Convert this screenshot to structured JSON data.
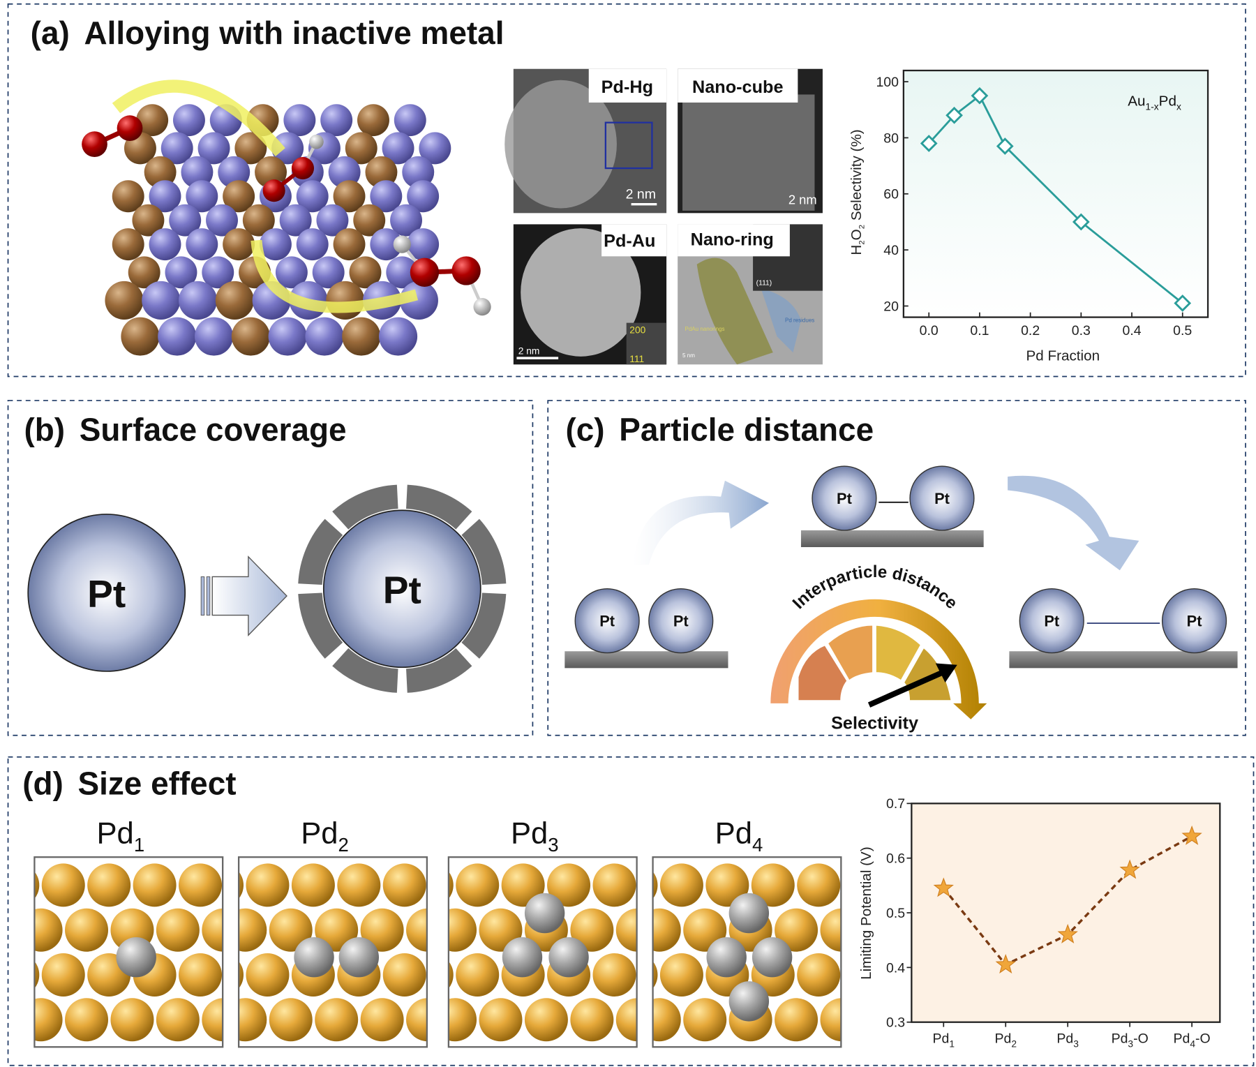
{
  "panels": {
    "a": {
      "letter": "(a)",
      "title": "Alloying with inactive metal",
      "tem": [
        {
          "label": "Pd-Hg",
          "scale": "2 nm"
        },
        {
          "label": "Nano-cube",
          "scale": "2 nm"
        },
        {
          "label": "Pd-Au",
          "scale": "2 nm",
          "fft1": "200",
          "fft2": "111"
        },
        {
          "label": "Nano-ring",
          "scale": "5 nm",
          "note1": "PdAu nanorings",
          "note2": "Pd residues",
          "inset": "(111)"
        }
      ]
    },
    "b": {
      "letter": "(b)",
      "title": "Surface coverage",
      "pt": "Pt"
    },
    "c": {
      "letter": "(c)",
      "title": "Particle distance",
      "pt": "Pt",
      "gauge_label": "Interparticle distance",
      "selectivity": "Selectivity"
    },
    "d": {
      "letter": "(d)",
      "title": "Size effect",
      "clusters": [
        {
          "base": "Pd",
          "sub": "1"
        },
        {
          "base": "Pd",
          "sub": "2"
        },
        {
          "base": "Pd",
          "sub": "3"
        },
        {
          "base": "Pd",
          "sub": "4"
        }
      ]
    }
  },
  "colors": {
    "teal": "#2a9d9a",
    "star": "#f0a63a",
    "dash": "#7a3a12",
    "frame": "#1f3a66"
  },
  "chart_data": [
    {
      "type": "line",
      "title": "",
      "annotation": {
        "base": "Au",
        "sub1": "1-x",
        "mid": "Pd",
        "sub2": "x"
      },
      "xlabel": "Pd Fraction",
      "ylabel": {
        "pre": "H",
        "sub1": "2",
        "mid": "O",
        "sub2": "2",
        "post": " Selectivity (%)"
      },
      "x": [
        0.0,
        0.05,
        0.1,
        0.15,
        0.3,
        0.5
      ],
      "y": [
        78,
        88,
        95,
        77,
        50,
        21
      ],
      "xlim": [
        -0.05,
        0.55
      ],
      "ylim": [
        16,
        104
      ],
      "xticks": [
        "0.0",
        "0.1",
        "0.2",
        "0.3",
        "0.4",
        "0.5"
      ],
      "yticks": [
        "20",
        "40",
        "60",
        "80",
        "100"
      ],
      "marker": "diamond"
    },
    {
      "type": "line",
      "xlabel": "",
      "ylabel": "Limiting Potential (V)",
      "categories": [
        {
          "base": "Pd",
          "sub": "1",
          "suffix": ""
        },
        {
          "base": "Pd",
          "sub": "2",
          "suffix": ""
        },
        {
          "base": "Pd",
          "sub": "3",
          "suffix": ""
        },
        {
          "base": "Pd",
          "sub": "3",
          "suffix": "-O"
        },
        {
          "base": "Pd",
          "sub": "4",
          "suffix": "-O"
        }
      ],
      "values": [
        0.545,
        0.405,
        0.46,
        0.578,
        0.64
      ],
      "ylim": [
        0.3,
        0.7
      ],
      "yticks": [
        "0.3",
        "0.4",
        "0.5",
        "0.6",
        "0.7"
      ],
      "marker": "star",
      "line_style": "dashed"
    }
  ]
}
